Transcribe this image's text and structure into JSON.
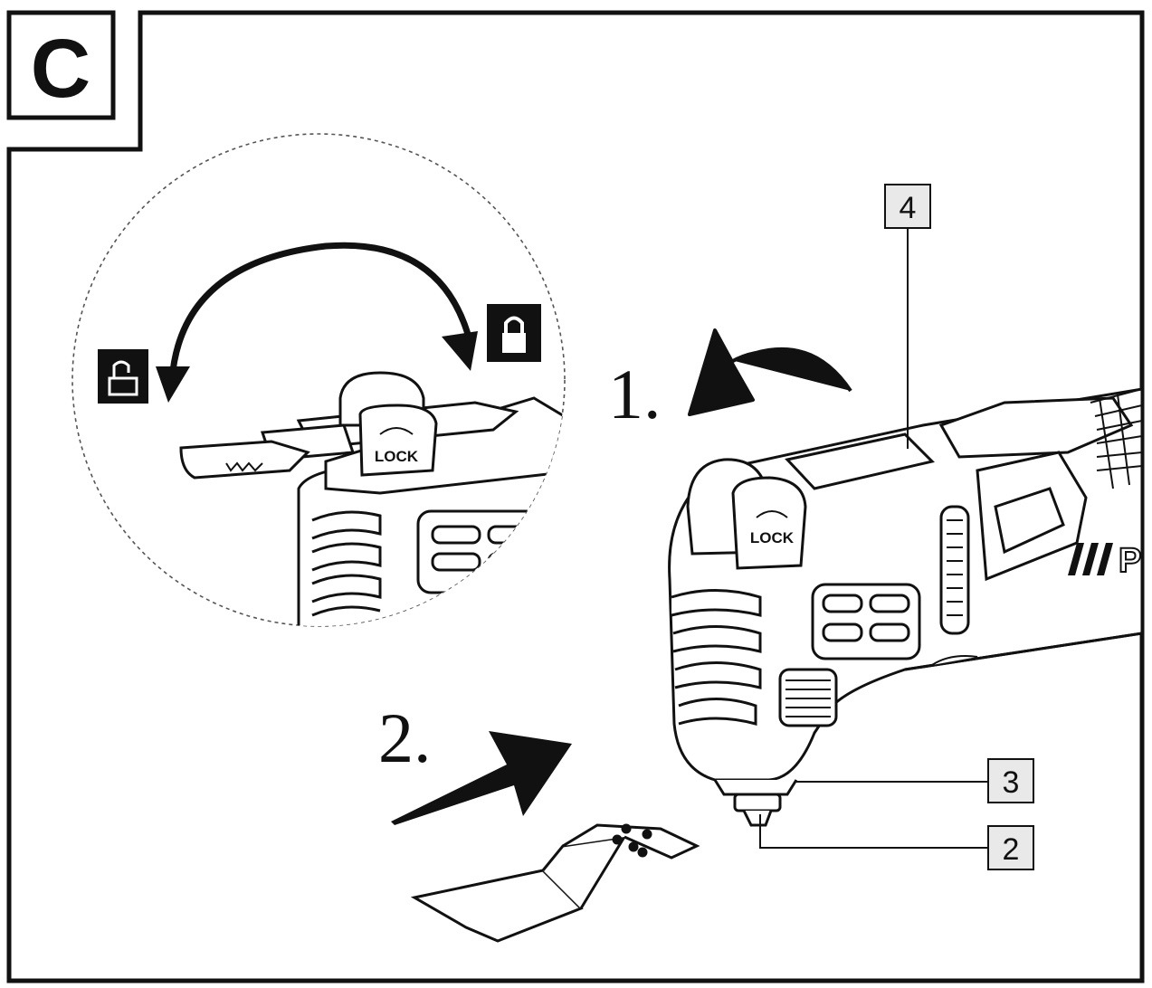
{
  "figure": {
    "section_letter": "C",
    "steps": [
      {
        "number": "1."
      },
      {
        "number": "2."
      }
    ],
    "callouts": [
      {
        "id": "4"
      },
      {
        "id": "3"
      },
      {
        "id": "2"
      }
    ],
    "lock_text": "LOCK",
    "brand_partial": "P",
    "icons": {
      "locked": "padlock-closed-icon",
      "unlocked": "padlock-open-icon"
    }
  }
}
